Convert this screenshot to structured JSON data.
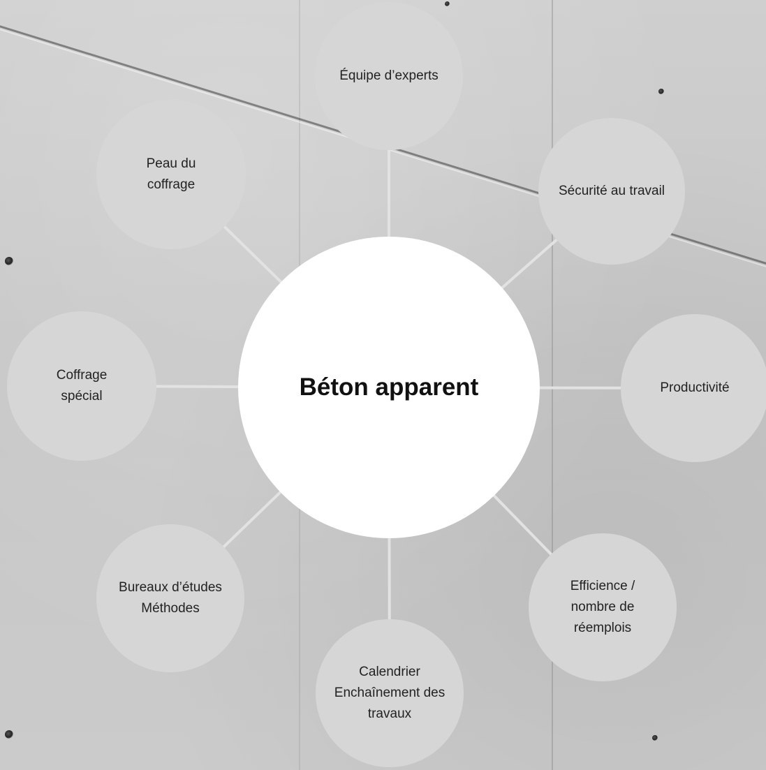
{
  "diagram": {
    "center": {
      "label": "Béton apparent"
    },
    "nodes": [
      {
        "id": "equipe",
        "label": "Équipe d’experts"
      },
      {
        "id": "securite",
        "label": "Sécurité au travail"
      },
      {
        "id": "productivite",
        "label": "Productivité"
      },
      {
        "id": "efficience",
        "label": "Efficience /\nnombre de\nréemplois"
      },
      {
        "id": "calendrier",
        "label": "Calendrier\nEnchaînement des\ntravaux"
      },
      {
        "id": "bureaux",
        "label": "Bureaux d’études\nMéthodes"
      },
      {
        "id": "coffrage-special",
        "label": "Coffrage\nspécial"
      },
      {
        "id": "peau",
        "label": "Peau du\ncoffrage"
      }
    ]
  },
  "colors": {
    "node_fill": "#d6d6d6",
    "center_fill": "#ffffff",
    "connector": "#e2e2e2",
    "background": "#c9c9c9"
  }
}
